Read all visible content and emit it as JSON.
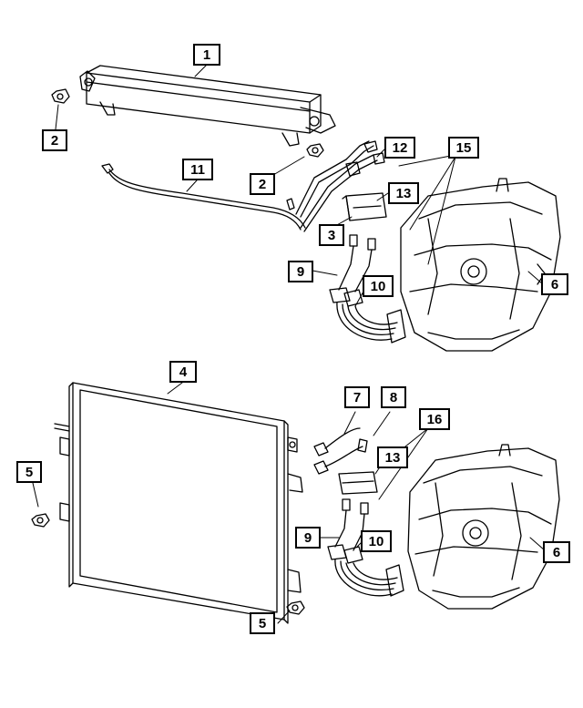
{
  "callouts": [
    {
      "id": "c1",
      "label": "1"
    },
    {
      "id": "c2a",
      "label": "2"
    },
    {
      "id": "c2b",
      "label": "2"
    },
    {
      "id": "c3",
      "label": "3"
    },
    {
      "id": "c11",
      "label": "11"
    },
    {
      "id": "c12",
      "label": "12"
    },
    {
      "id": "c13a",
      "label": "13"
    },
    {
      "id": "c15",
      "label": "15"
    },
    {
      "id": "c9a",
      "label": "9"
    },
    {
      "id": "c10a",
      "label": "10"
    },
    {
      "id": "c6a",
      "label": "6"
    },
    {
      "id": "c4",
      "label": "4"
    },
    {
      "id": "c5a",
      "label": "5"
    },
    {
      "id": "c5b",
      "label": "5"
    },
    {
      "id": "c7",
      "label": "7"
    },
    {
      "id": "c8",
      "label": "8"
    },
    {
      "id": "c16",
      "label": "16"
    },
    {
      "id": "c13b",
      "label": "13"
    },
    {
      "id": "c9b",
      "label": "9"
    },
    {
      "id": "c10b",
      "label": "10"
    },
    {
      "id": "c6b",
      "label": "6"
    }
  ]
}
